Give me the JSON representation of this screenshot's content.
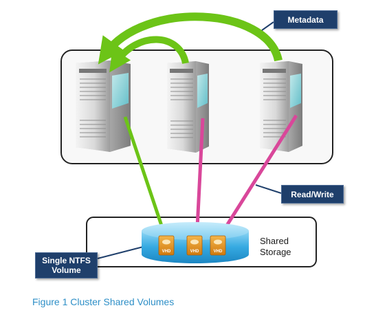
{
  "callouts": {
    "metadata": "Metadata",
    "read_write": "Read/Write",
    "single_ntfs_volume": "Single NTFS\nVolume"
  },
  "storage_label": "Shared\nStorage",
  "vhd_labels": [
    "VHD",
    "VHD",
    "VHD"
  ],
  "caption": "Figure 1  Cluster Shared Volumes",
  "colors": {
    "callout_bg": "#1f3f6b",
    "metadata_arrow": "#6cc417",
    "read_write_line_green": "#6cc417",
    "read_write_line_pink": "#d9479a",
    "storage_cylinder": "#35a9e1",
    "vhd_icon": "#e8961e",
    "caption": "#2e8fc7"
  }
}
